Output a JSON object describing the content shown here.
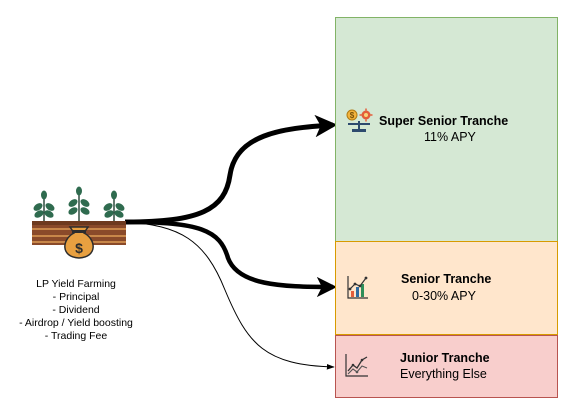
{
  "source": {
    "title": "LP Yield Farming",
    "items": [
      "- Principal",
      "- Dividend",
      "- Airdrop / Yield boosting",
      "- Trading Fee"
    ],
    "icon": "farm-money-bag-icon"
  },
  "tranches": {
    "super_senior": {
      "title": "Super Senior Tranche",
      "subtitle": "11% APY",
      "icon": "coins-balance-icon",
      "color": "#d5e8d4"
    },
    "senior": {
      "title": "Senior Tranche",
      "subtitle": "0-30% APY",
      "icon": "bar-chart-icon",
      "color": "#ffe6cc"
    },
    "junior": {
      "title": "Junior Tranche",
      "subtitle": "Everything Else",
      "icon": "line-chart-icon",
      "color": "#f8cecc"
    }
  }
}
